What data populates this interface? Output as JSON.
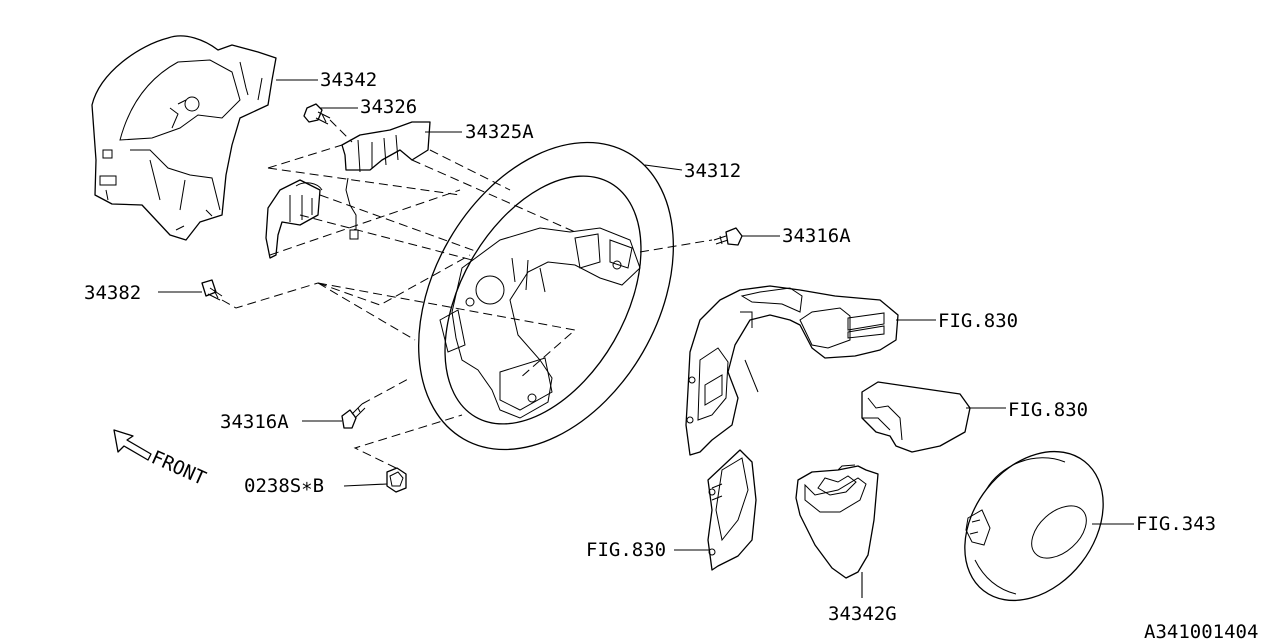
{
  "parts": {
    "p34342": "34342",
    "p34326": "34326",
    "p34325a": "34325A",
    "p34312": "34312",
    "p34316a_right": "34316A",
    "p34382": "34382",
    "fig830_upper": "FIG.830",
    "fig830_middle": "FIG.830",
    "p34316a_left": "34316A",
    "p0238s": "0238S∗B",
    "fig830_lower": "FIG.830",
    "fig343": "FIG.343",
    "p34342g": "34342G"
  },
  "front_label": "FRONT",
  "diagram_id": "A341001404",
  "icons": [
    "front-arrow-icon"
  ]
}
